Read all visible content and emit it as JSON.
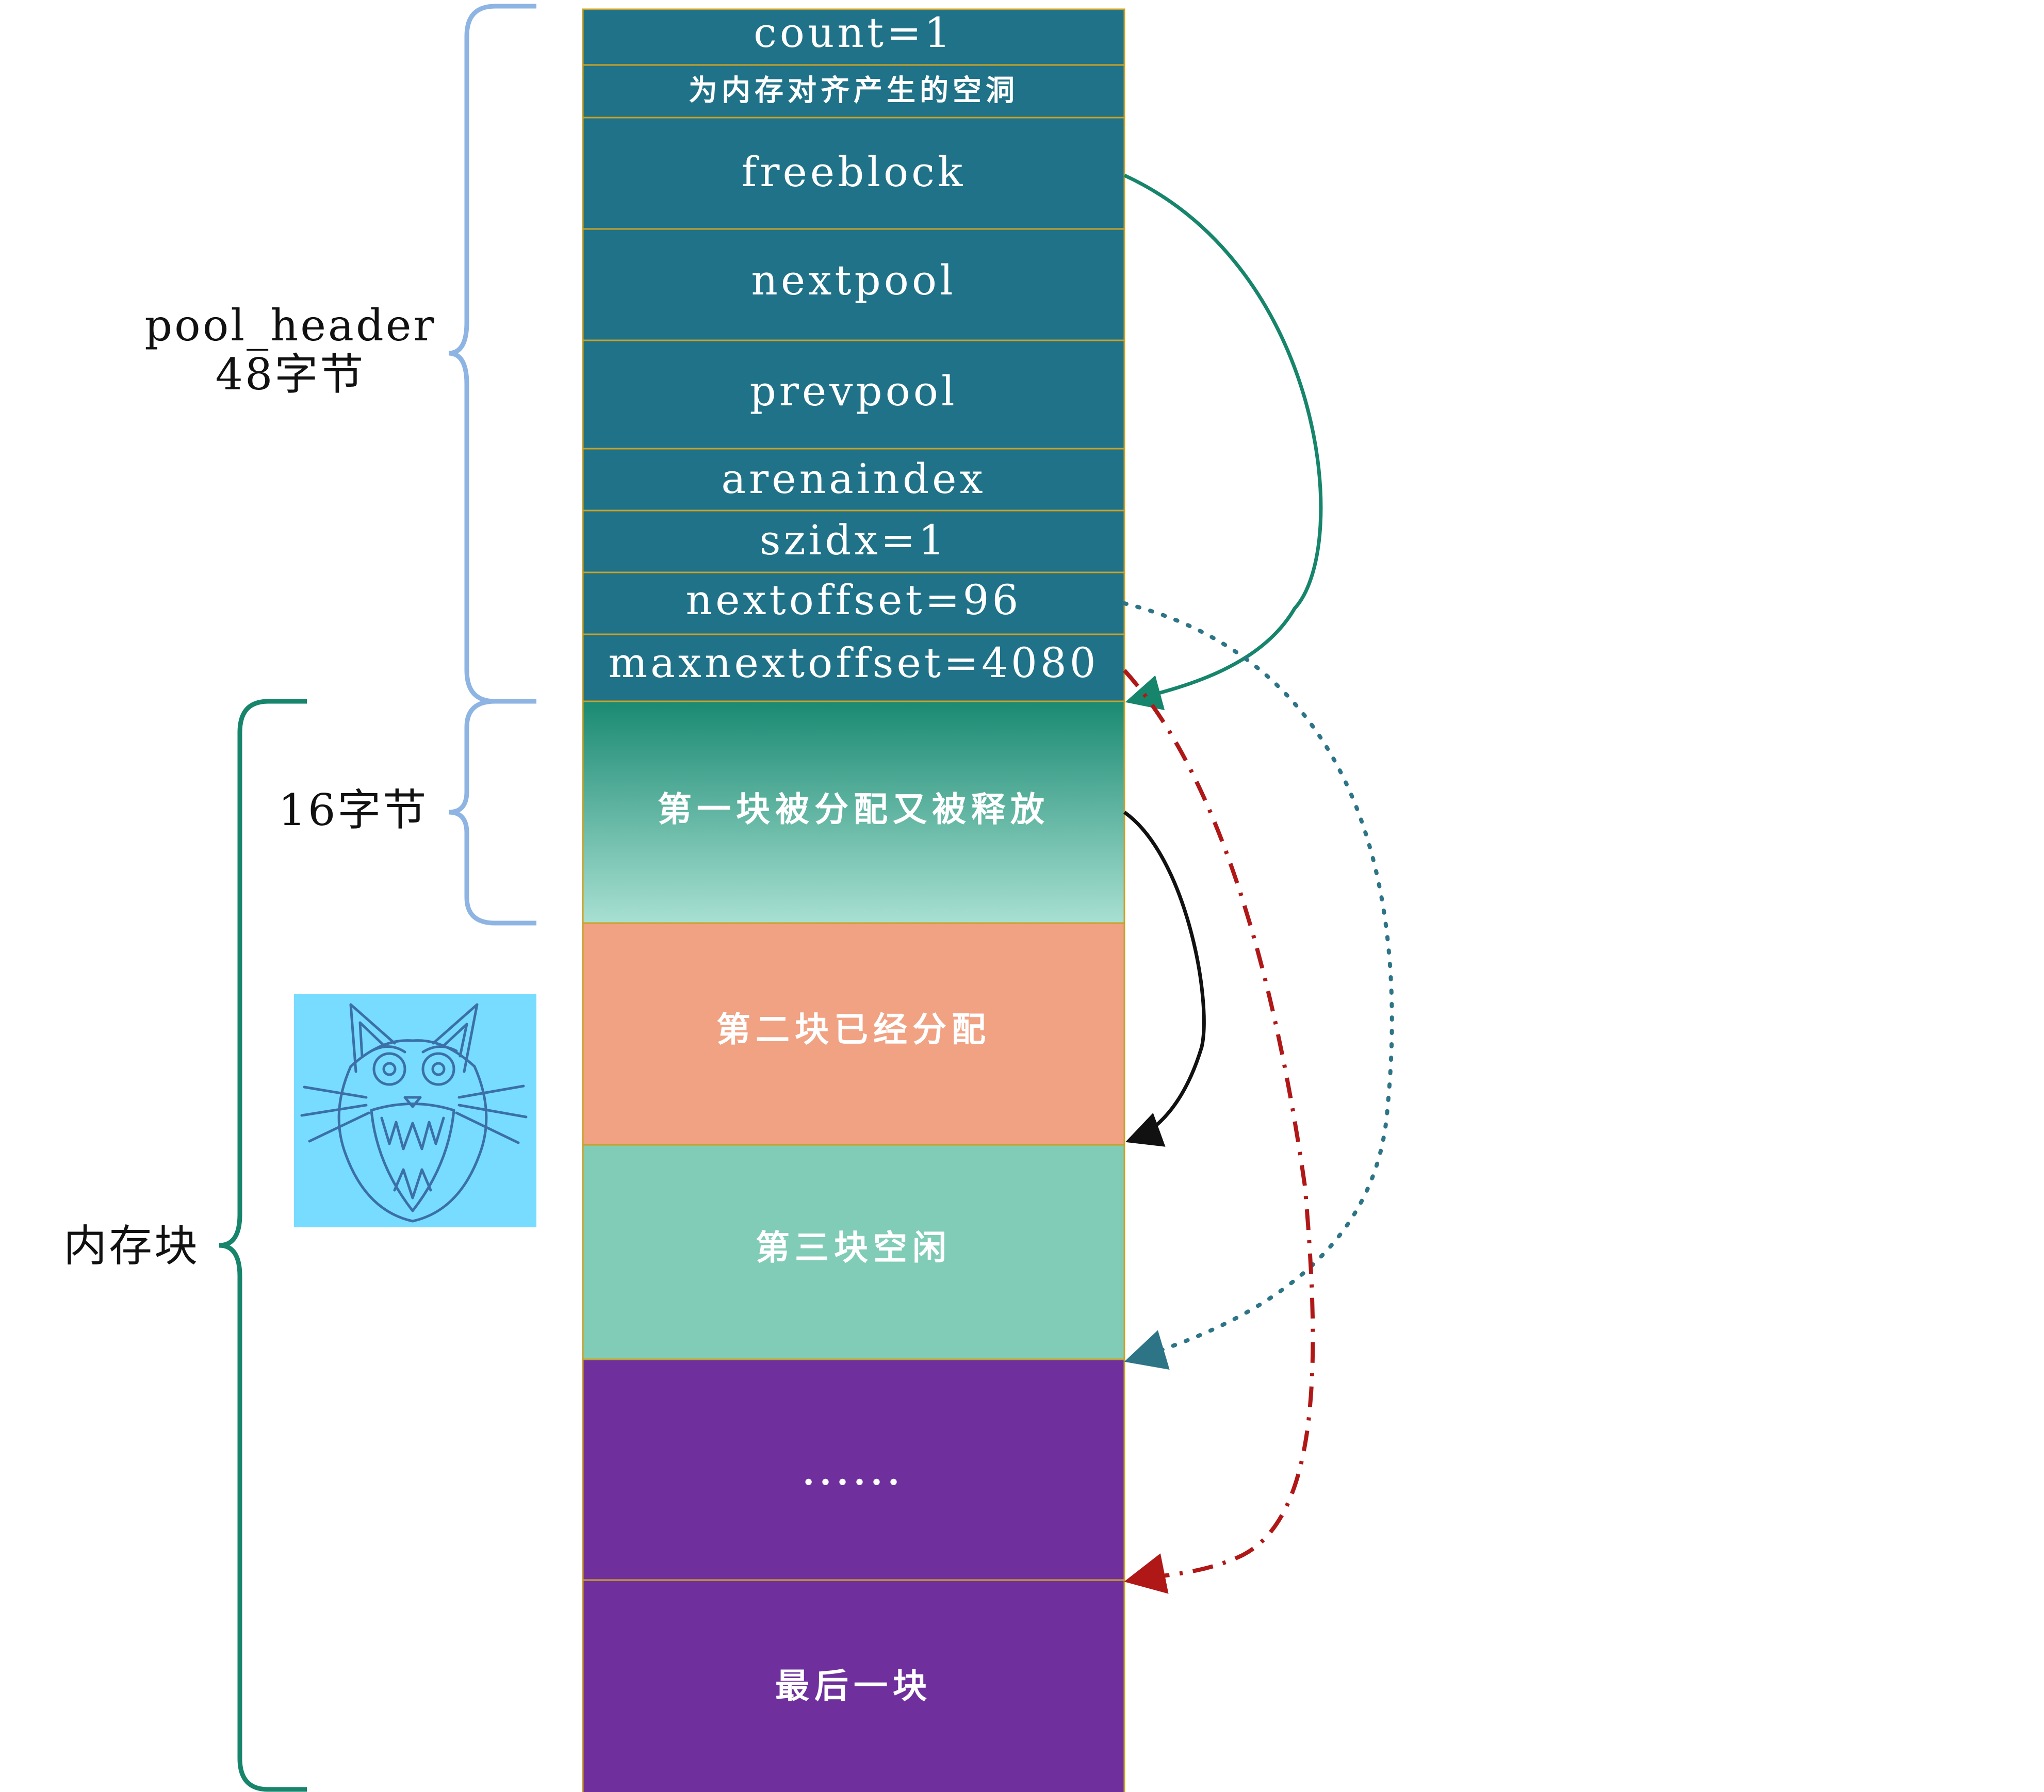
{
  "header_fields": [
    {
      "label": "count=1",
      "style": "normal"
    },
    {
      "label": "为内存对齐产生的空洞",
      "style": "small"
    },
    {
      "label": "freeblock",
      "style": "normal"
    },
    {
      "label": "nextpool",
      "style": "normal"
    },
    {
      "label": "prevpool",
      "style": "normal"
    },
    {
      "label": "arenaindex",
      "style": "normal"
    },
    {
      "label": "szidx=1",
      "style": "normal"
    },
    {
      "label": "nextoffset=96",
      "style": "normal"
    },
    {
      "label": "maxnextoffset=4080",
      "style": "normal"
    }
  ],
  "blocks": [
    {
      "label": "第一块被分配又被释放",
      "color": "#1a8a72",
      "gradient_to": "#a8e0d2"
    },
    {
      "label": "第二块已经分配",
      "color": "#f0a283"
    },
    {
      "label": "第三块空闲",
      "color": "#80ccb6"
    },
    {
      "label": "......",
      "color": "#6f309e"
    },
    {
      "label": "最后一块",
      "color": "#6f309e"
    }
  ],
  "labels": {
    "pool_header_line1": "pool_header",
    "pool_header_line2": "48字节",
    "block_size": "16字节",
    "memory_blocks": "内存块"
  },
  "colors": {
    "header_fill": "#1f7288",
    "cell_border": "#c9a227",
    "brace_blue": "#8db4e2",
    "brace_green": "#16856b",
    "arrow_freeblock": "#16856b",
    "arrow_block1": "#111111",
    "arrow_nextoffset": "#2d7486",
    "arrow_maxnextoffset": "#b01818",
    "cat_bg": "#77dcff"
  },
  "icons": {
    "cat": "screaming-cat-illustration"
  }
}
